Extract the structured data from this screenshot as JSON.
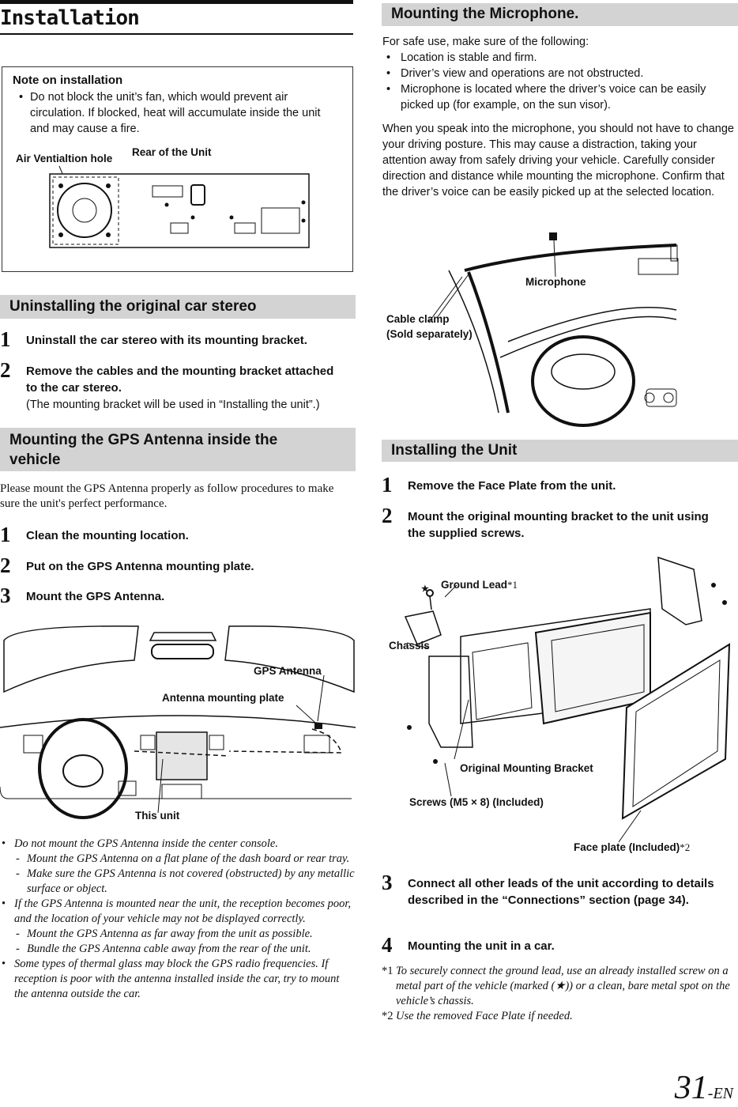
{
  "page_title": "Installation",
  "note": {
    "heading": "Note on installation",
    "bullet": "Do not block the unit’s fan, which would prevent air circulation. If blocked, heat will accumulate inside the unit and may cause a fire.",
    "label_vent": "Air Ventialtion hole",
    "label_rear": "Rear of the Unit"
  },
  "uninstall": {
    "heading": "Uninstalling the original car stereo",
    "step1": "Uninstall the car stereo with its mounting bracket.",
    "step2": "Remove the cables and the mounting bracket attached to the car stereo.",
    "step2_sub": "(The mounting bracket will be used in “Installing the unit”.)"
  },
  "gps": {
    "heading": "Mounting the GPS Antenna inside the vehicle",
    "intro": "Please mount the GPS Antenna properly as follow procedures to make sure the unit's perfect performance.",
    "step1": "Clean the mounting location.",
    "step2": "Put on the GPS Antenna mounting plate.",
    "step3": "Mount the GPS Antenna.",
    "label_gps": "GPS Antenna",
    "label_plate": "Antenna mounting plate",
    "label_unit": "This unit",
    "notes": [
      {
        "mark": "•",
        "text": "Do not mount the GPS Antenna inside the center console."
      },
      {
        "mark": "-",
        "text": "Mount the GPS Antenna on a flat plane of the dash board or rear tray."
      },
      {
        "mark": "-",
        "text": "Make sure the GPS Antenna is not covered (obstructed) by any metallic surface or object."
      },
      {
        "mark": "•",
        "text": "If the GPS Antenna is mounted near the unit, the reception becomes poor, and the location of your vehicle may not be displayed correctly."
      },
      {
        "mark": "-",
        "text": "Mount the GPS Antenna as far away from the unit as possible."
      },
      {
        "mark": "-",
        "text": "Bundle the GPS Antenna cable away from the rear of the unit."
      },
      {
        "mark": "•",
        "text": "Some types of thermal glass may block the GPS radio frequencies. If reception is poor with the antenna installed inside the car, try to mount the antenna outside the car."
      }
    ]
  },
  "mic": {
    "heading": "Mounting the Microphone.",
    "intro": "For safe use, make sure of the following:",
    "bullets": [
      "Location is stable and firm.",
      "Driver’s view and operations are not obstructed.",
      "Microphone is located where the driver’s voice can be easily picked up (for example, on the sun visor)."
    ],
    "para": "When you speak into the microphone, you should not have to change your driving posture. This may cause a distraction, taking your attention away from safely driving your vehicle. Carefully consider direction and distance while mounting the microphone. Confirm that the driver’s voice can be easily picked up at the selected location.",
    "label_mic": "Microphone",
    "label_clamp_1": "Cable clamp",
    "label_clamp_2": "(Sold separately)"
  },
  "install": {
    "heading": "Installing the Unit",
    "step1": "Remove the Face Plate from the unit.",
    "step2": "Mount the original mounting bracket to the unit using the supplied screws.",
    "step3": "Connect all other leads of the unit according to details described in the “Connections” section (page 34).",
    "step4": "Mounting the unit in a car.",
    "label_ground": "Ground Lead",
    "label_ground_mark": "*1",
    "label_chassis": "Chassis",
    "label_bracket": "Original Mounting Bracket",
    "label_screws": "Screws (M5 × 8) (Included)",
    "label_face": "Face plate (Included)",
    "label_face_mark": "*2",
    "star": "★",
    "footnote1_mark": "*1",
    "footnote1": "To securely connect the ground lead, use an already installed screw on a metal part of the vehicle (marked (★)) or a clean, bare metal spot on the vehicle’s chassis.",
    "footnote2_mark": "*2",
    "footnote2": "Use the removed Face Plate if needed."
  },
  "page_number": "31",
  "page_suffix": "-EN"
}
